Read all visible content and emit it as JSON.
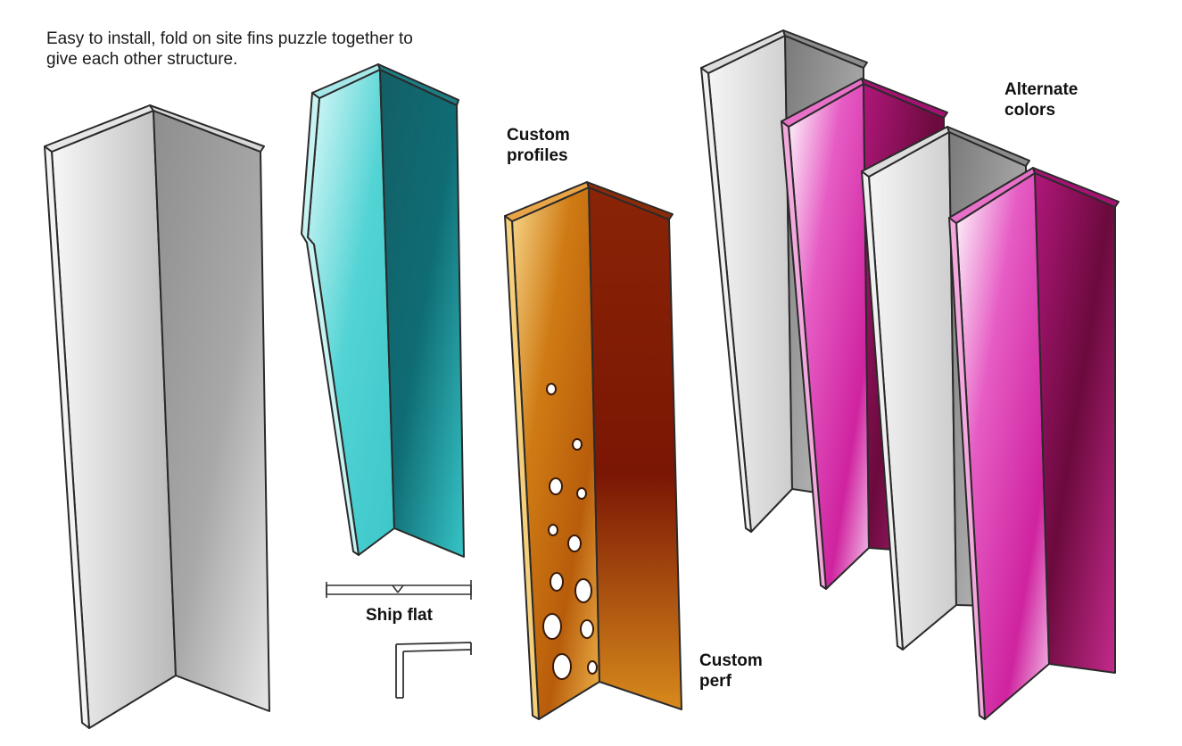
{
  "labels": {
    "intro_line1": "Easy to install, fold on site fins puzzle together to",
    "intro_line2": "give each other structure.",
    "custom_profiles_line1": "Custom",
    "custom_profiles_line2": "profiles",
    "ship_flat": "Ship flat",
    "custom_perf_line1": "Custom",
    "custom_perf_line2": "perf",
    "alternate_colors_line1": "Alternate",
    "alternate_colors_line2": "colors"
  },
  "colors": {
    "gray_light": "#f4f4f4",
    "gray_dark": "#8a8a8a",
    "teal_light": "#e2fbfb",
    "teal_mid": "#2cc3c6",
    "teal_dark": "#0c5e66",
    "orange_light": "#f6d38a",
    "orange_mid": "#c9700f",
    "orange_dark": "#7c1a05",
    "magenta_light": "#ffffff",
    "magenta_mid": "#d22aa6",
    "magenta_dark": "#6a0a3a",
    "stroke": "#2a2a2a"
  }
}
